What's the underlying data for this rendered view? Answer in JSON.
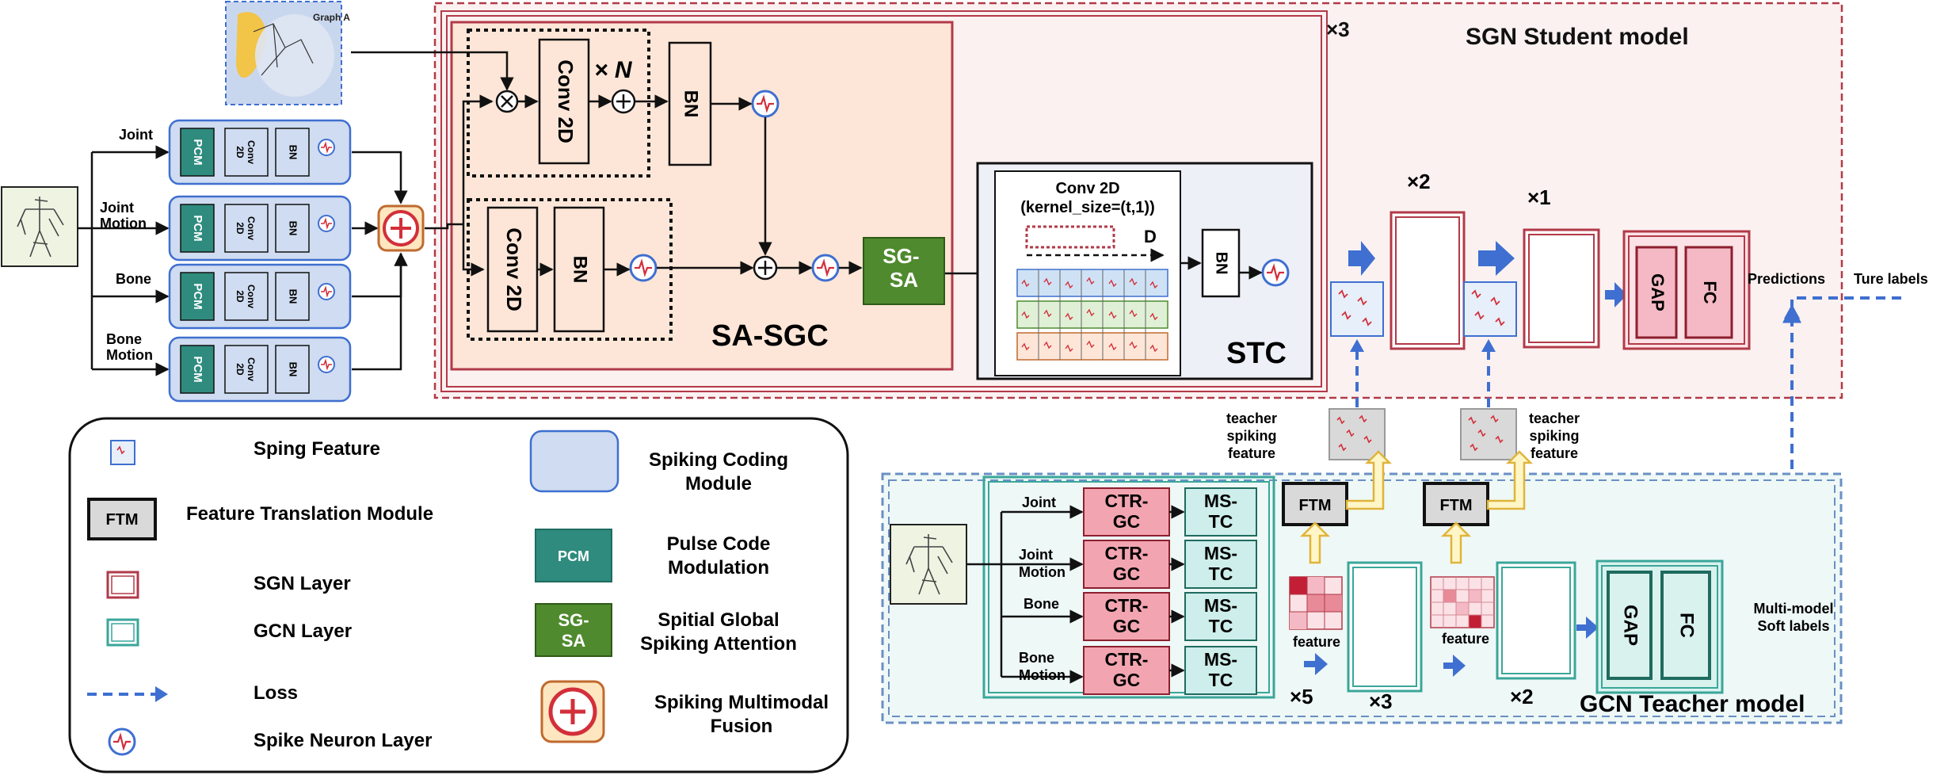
{
  "colors": {
    "student_border": "#b23a48",
    "teacher_border": "#6b8fc4",
    "sasgc_fill": "#fde6d7",
    "pcm": "#2e8b7e",
    "sgsa": "#4f8a2e",
    "coding_module": "#cfdcf1",
    "ctr_gc": "#f2a5b0",
    "ms_tc": "#cdeeea",
    "arrow_blue": "#3f6fd0",
    "fusion": "#d32f3a"
  },
  "top": {
    "graph_label": "Graph A",
    "student_title": "SGN Student model",
    "times3_student": "×3",
    "times_n": "× N",
    "sasgc_label": "SA-SGC",
    "stc_label": "STC",
    "conv2d": "Conv 2D",
    "bn": "BN",
    "sgsa": "SG-\nSA",
    "stc_conv_line1": "Conv 2D",
    "stc_conv_line2": "(kernel_size=(t,1))",
    "stc_d": "D",
    "times2": "×2",
    "times1": "×1",
    "gap": "GAP",
    "fc": "FC",
    "predictions": "Predictions",
    "true_labels": "Ture labels"
  },
  "modalities": [
    {
      "label": "Joint"
    },
    {
      "label": "Joint\nMotion"
    },
    {
      "label": "Bone"
    },
    {
      "label": "Bone\nMotion"
    }
  ],
  "coding": {
    "pcm": "PCM",
    "conv": "Conv\n2D",
    "bn": "BN"
  },
  "legend": [
    {
      "label": "Sping Feature"
    },
    {
      "label": "Feature Translation Module",
      "icon_text": "FTM"
    },
    {
      "label": "SGN Layer"
    },
    {
      "label": "GCN Layer"
    },
    {
      "label": "Loss"
    },
    {
      "label": "Spike Neuron Layer"
    },
    {
      "label": "Spiking Coding\nModule"
    },
    {
      "label": "Pulse Code\nModulation",
      "icon_text": "PCM"
    },
    {
      "label": "Spitial Global\nSpiking Attention",
      "icon_text": "SG-\nSA"
    },
    {
      "label": "Spiking Multimodal\nFusion"
    }
  ],
  "teacher": {
    "title": "GCN Teacher model",
    "ctr": "CTR-\nGC",
    "ms": "MS-\nTC",
    "ftm": "FTM",
    "teacher_feature": "teacher\nspiking\nfeature",
    "feature": "feature",
    "times5": "×5",
    "times3": "×3",
    "times2": "×2",
    "gap": "GAP",
    "fc": "FC",
    "soft_labels": "Multi-model\nSoft labels"
  }
}
